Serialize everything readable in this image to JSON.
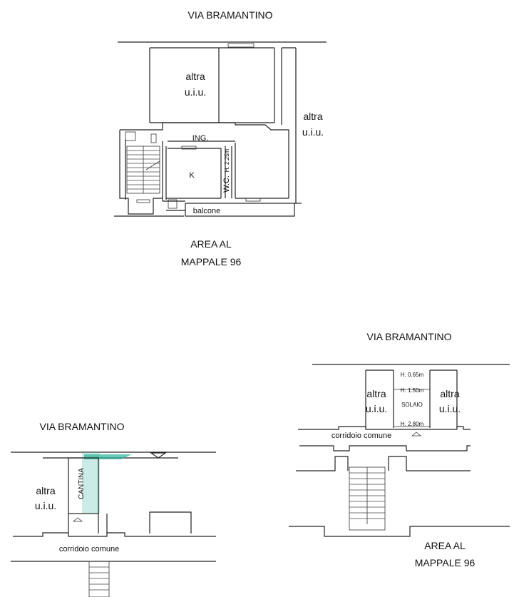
{
  "top_plan": {
    "street": "VIA BRAMANTINO",
    "neighbor_left": [
      "altra",
      "u.i.u."
    ],
    "neighbor_right": [
      "altra",
      "u.i.u."
    ],
    "entrance": "ING.",
    "kitchen": "K",
    "wc": "W.C.",
    "wc_height": "H. 2.25m",
    "balcony": "balcone",
    "area": [
      "AREA AL",
      "MAPPALE 96"
    ]
  },
  "cellar_plan": {
    "street": "VIA BRAMANTINO",
    "neighbor": [
      "altra",
      "u.i.u."
    ],
    "cellar": "CANTINA",
    "corridor": "corridoio comune",
    "accent_color": "#2bb39a"
  },
  "attic_plan": {
    "street": "VIA BRAMANTINO",
    "neighbor_left": [
      "altra",
      "u.i.u."
    ],
    "neighbor_right": [
      "altra",
      "u.i.u."
    ],
    "attic": "SOLAIO",
    "heights": [
      "H. 0.65m",
      "H. 1.50m",
      "H. 2.80m"
    ],
    "corridor": "corridoio comune",
    "area": [
      "AREA AL",
      "MAPPALE 96"
    ]
  }
}
